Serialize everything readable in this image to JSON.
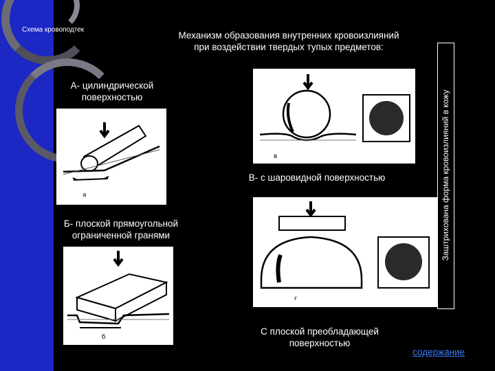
{
  "slide": {
    "caption": "Схема кровоподтек",
    "title": "Механизм образования внутренних кровоизлияний при воздействии твердых тупых предметов:",
    "label_a": "А- цилиндрической поверхностью",
    "label_v": "В- с шаровидной поверхностью",
    "label_b": "Б- плоской прямоугольной ограниченной гранями",
    "label_c": "С плоской преобладающей поверхностью",
    "vertical_note": "Заштрихована форма кровоизлияний в кожу",
    "link": "содержание"
  },
  "colors": {
    "panel": "#1d27c4",
    "background": "#000000",
    "link": "#3a7cff"
  }
}
